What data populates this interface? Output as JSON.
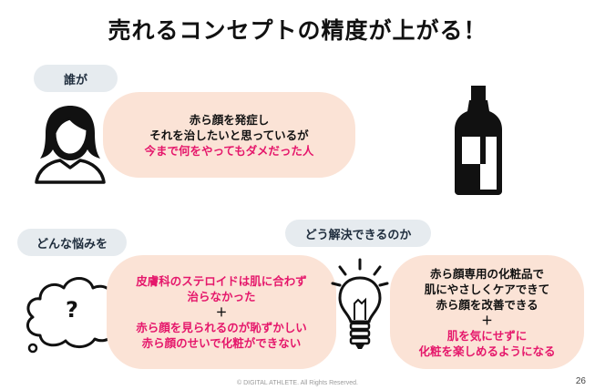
{
  "title": "売れるコンセプトの精度が上がる！",
  "labels": {
    "who": "誰が",
    "worry": "どんな悩みを",
    "solve": "どう解決できるのか"
  },
  "who_bubble": {
    "line1": "赤ら顔を発症し",
    "line2": "それを治したいと思っているが",
    "line3": "今まで何をやってもダメだった人"
  },
  "worry_bubble": {
    "line1": "皮膚科のステロイドは肌に合わず",
    "line2": "治らなかった",
    "plus": "＋",
    "line3": "赤ら顔を見られるのが恥ずかしい",
    "line4": "赤ら顔のせいで化粧ができない"
  },
  "solve_bubble": {
    "line1": "赤ら顔専用の化粧品で",
    "line2": "肌にやさしくケアできて",
    "line3": "赤ら顔を改善できる",
    "plus": "＋",
    "line4": "肌を気にせずに",
    "line5": "化粧を楽しめるようになる"
  },
  "cloud_mark": "?",
  "footer": "© DIGITAL ATHLETE. All Rights Reserved.",
  "page_number": "26",
  "colors": {
    "accent_pink": "#e5176b",
    "bubble_fill": "#fbe3d6",
    "pill_fill": "#e6ebef"
  },
  "icons": {
    "person": "person-icon",
    "bottle": "bottle-icon",
    "cloud": "thought-cloud-icon",
    "bulb": "lightbulb-icon"
  }
}
